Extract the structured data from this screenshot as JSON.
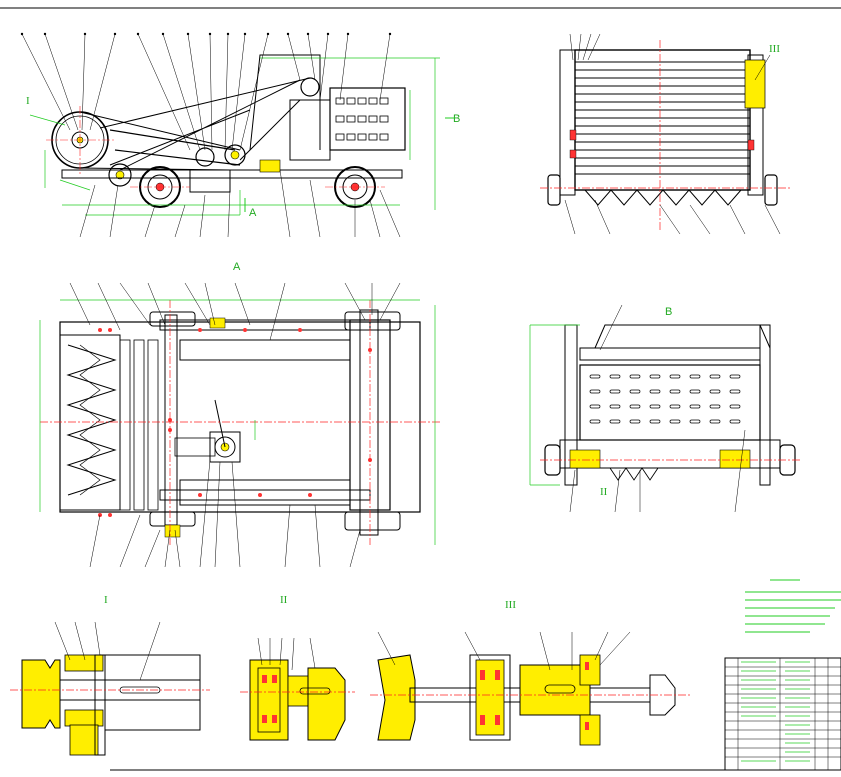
{
  "view_labels": {
    "section_a_arrow": "A",
    "view_a": "A",
    "view_b": "B",
    "section_b_arrow": "B",
    "detail_i": "I",
    "detail_ii": "II",
    "detail_iii": "III",
    "detail_i_callout": "I",
    "detail_ii_callout": "II",
    "detail_iii_callout": "III"
  },
  "colors": {
    "outline": "#000000",
    "dimension": "#22cc22",
    "centerline": "#ff2222",
    "hatch": "#ffee00",
    "leader": "#000000"
  }
}
